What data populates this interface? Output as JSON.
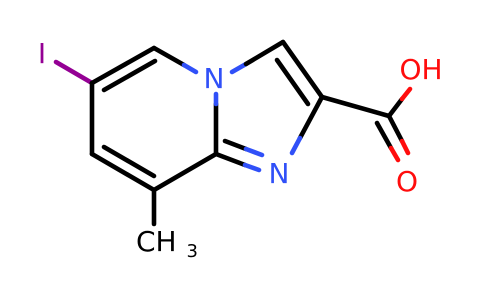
{
  "molecule": {
    "colors": {
      "bond": "#000000",
      "iodine": "#940094",
      "nitrogen": "#3050f8",
      "oxygen": "#ff0d0d",
      "carbon": "#000000"
    },
    "labels": {
      "iodine": "I",
      "ring_nitrogen": "N",
      "imine_nitrogen": "N",
      "hydroxyl": "OH",
      "carbonyl_oxygen": "O",
      "methyl_prefix": "CH",
      "methyl_subscript": "3"
    }
  }
}
